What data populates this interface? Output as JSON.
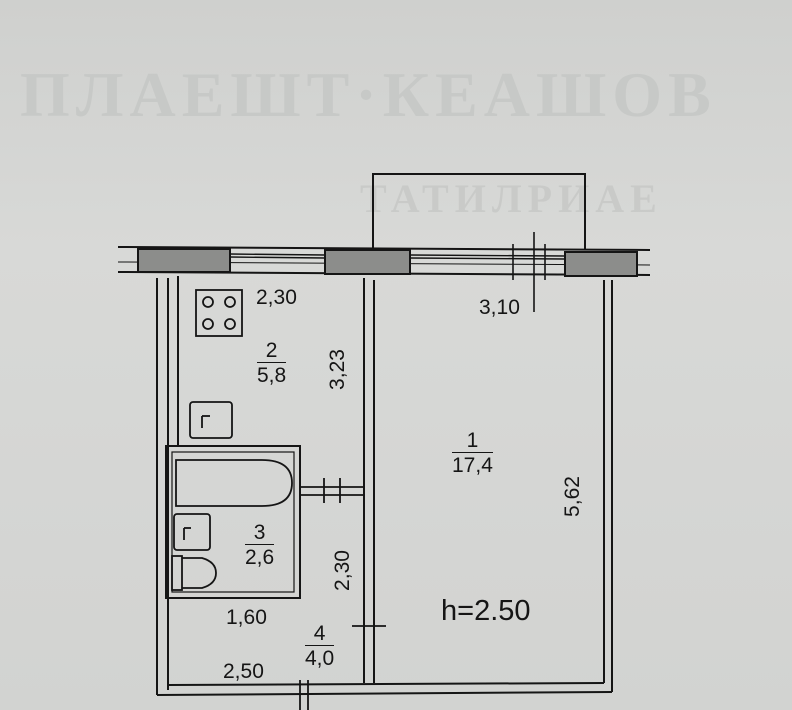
{
  "rooms": [
    {
      "number": "1",
      "area": "17,4"
    },
    {
      "number": "2",
      "area": "5,8"
    },
    {
      "number": "3",
      "area": "2,6"
    },
    {
      "number": "4",
      "area": "4,0"
    }
  ],
  "dimensions": {
    "kitchen_width": "2,30",
    "room_width": "3,10",
    "kitchen_length": "3,23",
    "room_length": "5,62",
    "hall_length": "2,30",
    "bathroom_width": "1,60",
    "hall_width": "2,50"
  },
  "ceiling_height": "h=2.50",
  "icons": [
    "stove-icon",
    "sink-icon",
    "bathtub-icon",
    "washbasin-icon",
    "toilet-icon"
  ],
  "colors": {
    "ink": "#151515",
    "paper": "#d4d5d3"
  }
}
